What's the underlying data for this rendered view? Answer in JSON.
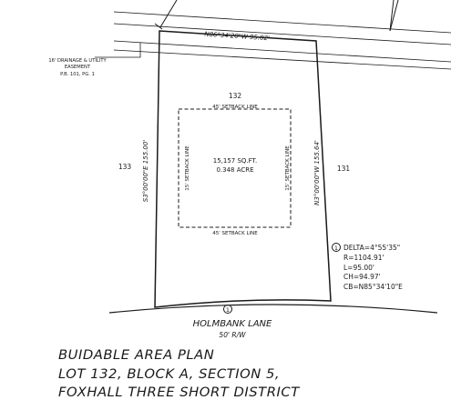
{
  "lot": {
    "number": "132",
    "area_sqft": "15,157 SQ.FT.",
    "area_acre": "0.348 ACRE"
  },
  "neighbors": {
    "left": "133",
    "right": "131"
  },
  "bearings": {
    "north": "N86°34'20\"W   95.02'",
    "west": "S3°00'00\"E   155.00'",
    "east": "N3°00'00\"W   155.64'"
  },
  "setbacks": {
    "front": "45' SETBACK LINE",
    "rear": "45' SETBACK LINE",
    "side_left": "15' SETBACK LINE",
    "side_right": "15' SETBACK LINE"
  },
  "easement": {
    "line1": "16' DRAINAGE & UTILITY",
    "line2": "EASEMENT",
    "line3": "P.B. 101, PG. 1"
  },
  "curve": {
    "marker": "1",
    "delta": "DELTA=4°55'35\"",
    "radius": "R=1104.91'",
    "length": "L=95.00'",
    "chord": "CH=94.97'",
    "chord_bearing": "CB=N85°34'10\"E"
  },
  "street": {
    "marker": "1",
    "name": "HOLMBANK LANE",
    "row": "50' R/W"
  },
  "title": {
    "line1": "BUIDABLE AREA PLAN",
    "line2": "LOT 132, BLOCK A, SECTION 5,",
    "line3": "FOXHALL THREE SHORT DISTRICT"
  }
}
